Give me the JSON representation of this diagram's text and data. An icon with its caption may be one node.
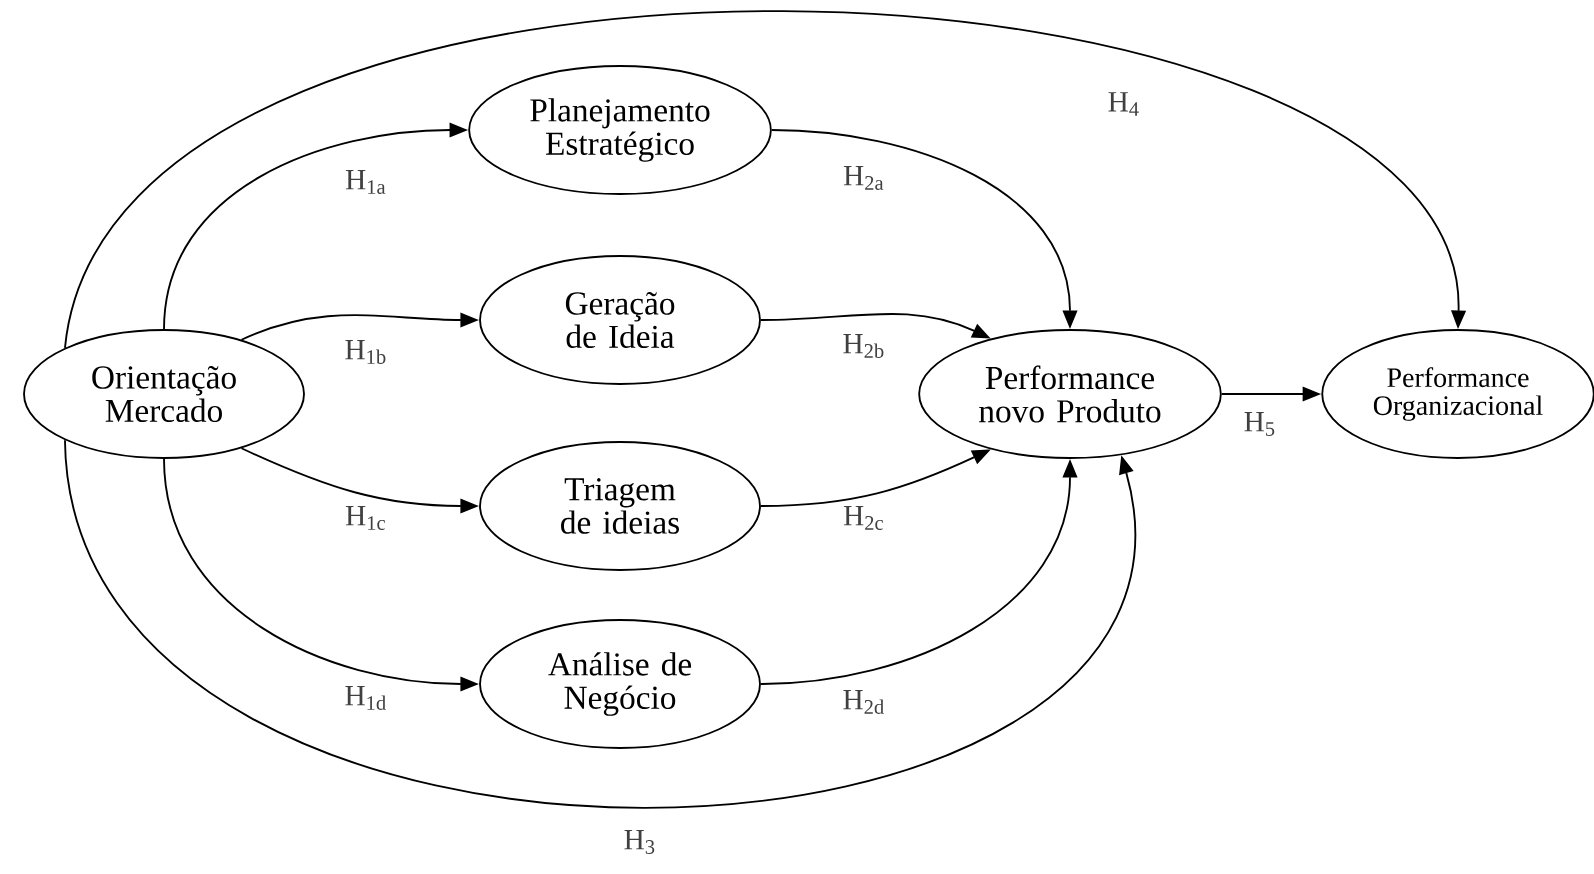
{
  "diagram": {
    "nodes": [
      {
        "text": [
          "Orientação Mercado"
        ]
      },
      {
        "text": [
          "Planejamento Estratégico"
        ]
      },
      {
        "text": [
          "Geração de Ideia"
        ]
      },
      {
        "text": [
          "Triagem de ideias"
        ]
      },
      {
        "text": [
          "Análise de Negócio"
        ]
      },
      {
        "text": [
          "Performance novo Produto"
        ]
      },
      {
        "text": [
          "Performance Organizacional"
        ]
      }
    ],
    "edges": [
      {
        "from": 0,
        "to": 1,
        "arrow": "to",
        "label": "H$_{1a}$"
      },
      {
        "from": 0,
        "to": 2,
        "arrow": "to",
        "label": "H$_{1b}$"
      },
      {
        "from": 0,
        "to": 3,
        "arrow": "to",
        "label": "H$_{1c}$"
      },
      {
        "from": 0,
        "to": 4,
        "arrow": "to",
        "label": "H$_{1d}$"
      },
      {
        "from": 1,
        "to": 5,
        "arrow": "to",
        "label": "H$_{2a}$"
      },
      {
        "from": 2,
        "to": 5,
        "arrow": "to",
        "label": "H$_{2b}$"
      },
      {
        "from": 3,
        "to": 5,
        "arrow": "to",
        "label": "H$_{2c}$"
      },
      {
        "from": 4,
        "to": 5,
        "arrow": "to",
        "label": "H$_{2d}$"
      },
      {
        "from": 0,
        "to": 5,
        "arrow": "to",
        "label": "H$_{3}$"
      },
      {
        "from": 0,
        "to": 6,
        "arrow": "to",
        "label": "H$_{4}$"
      },
      {
        "from": 5,
        "to": 6,
        "arrow": "to",
        "label": "H$_{5}$"
      }
    ]
  }
}
